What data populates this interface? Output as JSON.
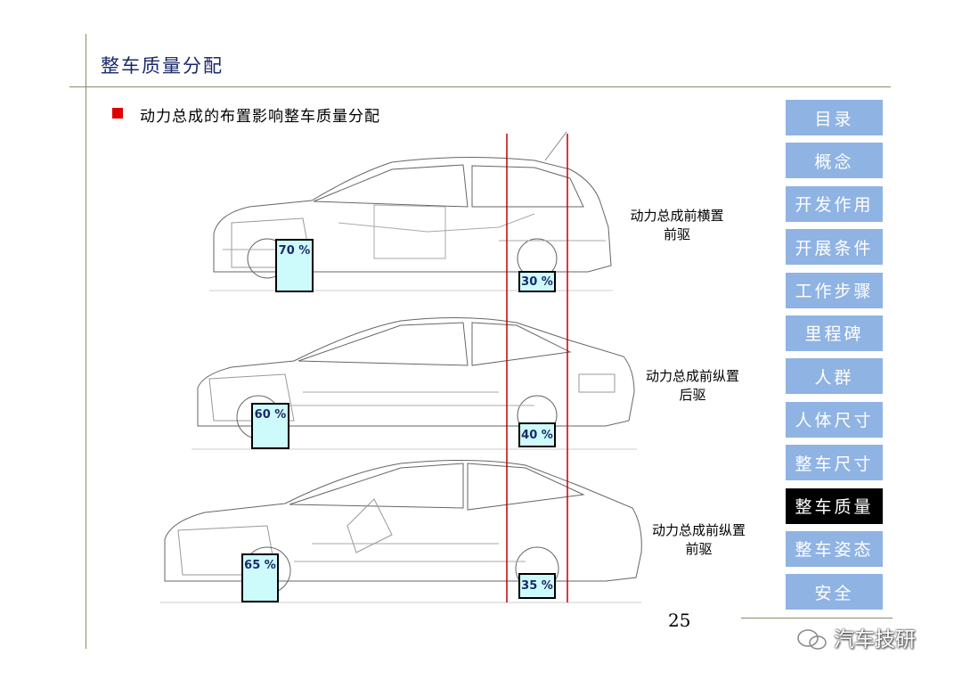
{
  "page": {
    "title": "整车质量分配",
    "bullet": "动力总成的布置影响整车质量分配",
    "page_number": "25",
    "watermark": "汽车技研"
  },
  "nav": {
    "items": [
      {
        "label": "目录"
      },
      {
        "label": "概念"
      },
      {
        "label": "开发作用"
      },
      {
        "label": "开展条件"
      },
      {
        "label": "工作步骤"
      },
      {
        "label": "里程碑"
      },
      {
        "label": "人群"
      },
      {
        "label": "人体尺寸"
      },
      {
        "label": "整车尺寸"
      },
      {
        "label": "整车质量"
      },
      {
        "label": "整车姿态"
      },
      {
        "label": "安全"
      }
    ],
    "active_index": 9,
    "color": "#8fb3e3",
    "active_color": "#000000"
  },
  "cars": [
    {
      "front": "70 %",
      "rear": "30 %",
      "label_line1": "动力总成前横置",
      "label_line2": "前驱"
    },
    {
      "front": "60 %",
      "rear": "40 %",
      "label_line1": "动力总成前纵置",
      "label_line2": "后驱"
    },
    {
      "front": "65 %",
      "rear": "35 %",
      "label_line1": "动力总成前纵置",
      "label_line2": "前驱"
    }
  ],
  "colors": {
    "bullet": "#e00000",
    "ref_lines": "#c00000",
    "pct_box": "#cdfafa"
  }
}
